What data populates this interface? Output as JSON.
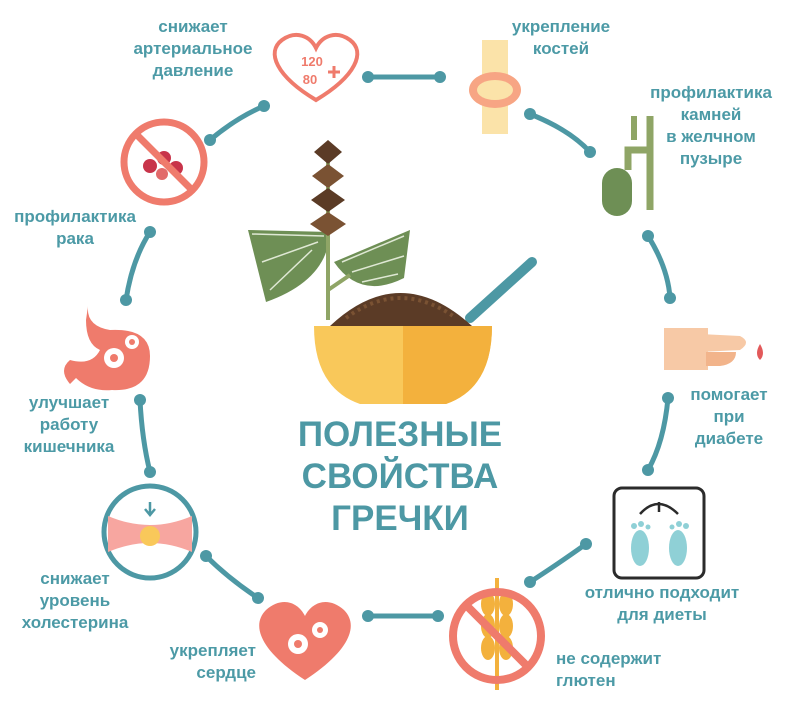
{
  "title": [
    "ПОЛЕЗНЫЕ",
    "СВОЙСТВА",
    "ГРЕЧКИ"
  ],
  "heart_badge": {
    "top": "120",
    "bottom": "80"
  },
  "benefits": [
    {
      "id": "pressure",
      "text": "снижает\nартериальное\nдавление"
    },
    {
      "id": "bones",
      "text": "укрепление\nкостей"
    },
    {
      "id": "gallbladder",
      "text": "профилактика\nкамней\nв желчном\nпузыре"
    },
    {
      "id": "diabetes",
      "text": "помогает\nпри\nдиабете"
    },
    {
      "id": "diet",
      "text": "отлично подходит\nдля диеты"
    },
    {
      "id": "gluten",
      "text": "не содержит\nглютен"
    },
    {
      "id": "heart",
      "text": "укрепляет\nсердце"
    },
    {
      "id": "cholesterol",
      "text": "снижает\nуровень\nхолестерина"
    },
    {
      "id": "intestine",
      "text": "улучшает\nработу\nкишечника"
    },
    {
      "id": "cancer",
      "text": "профилактика\nрака"
    }
  ],
  "colors": {
    "teal": "#4d98a4",
    "coral": "#ef7b6c",
    "bowl": "#f9c85a",
    "bowl_dark": "#f3b13d",
    "leaf": "#6e8f55",
    "buckwheat": "#5b3b26"
  },
  "icons": [
    "heart-pressure-icon",
    "joint-bone-icon",
    "gallbladder-icon",
    "finger-blood-drop-icon",
    "scale-feet-icon",
    "no-wheat-icon",
    "heart-gears-icon",
    "artery-cholesterol-icon",
    "stomach-gears-icon",
    "no-cancer-cells-icon"
  ]
}
